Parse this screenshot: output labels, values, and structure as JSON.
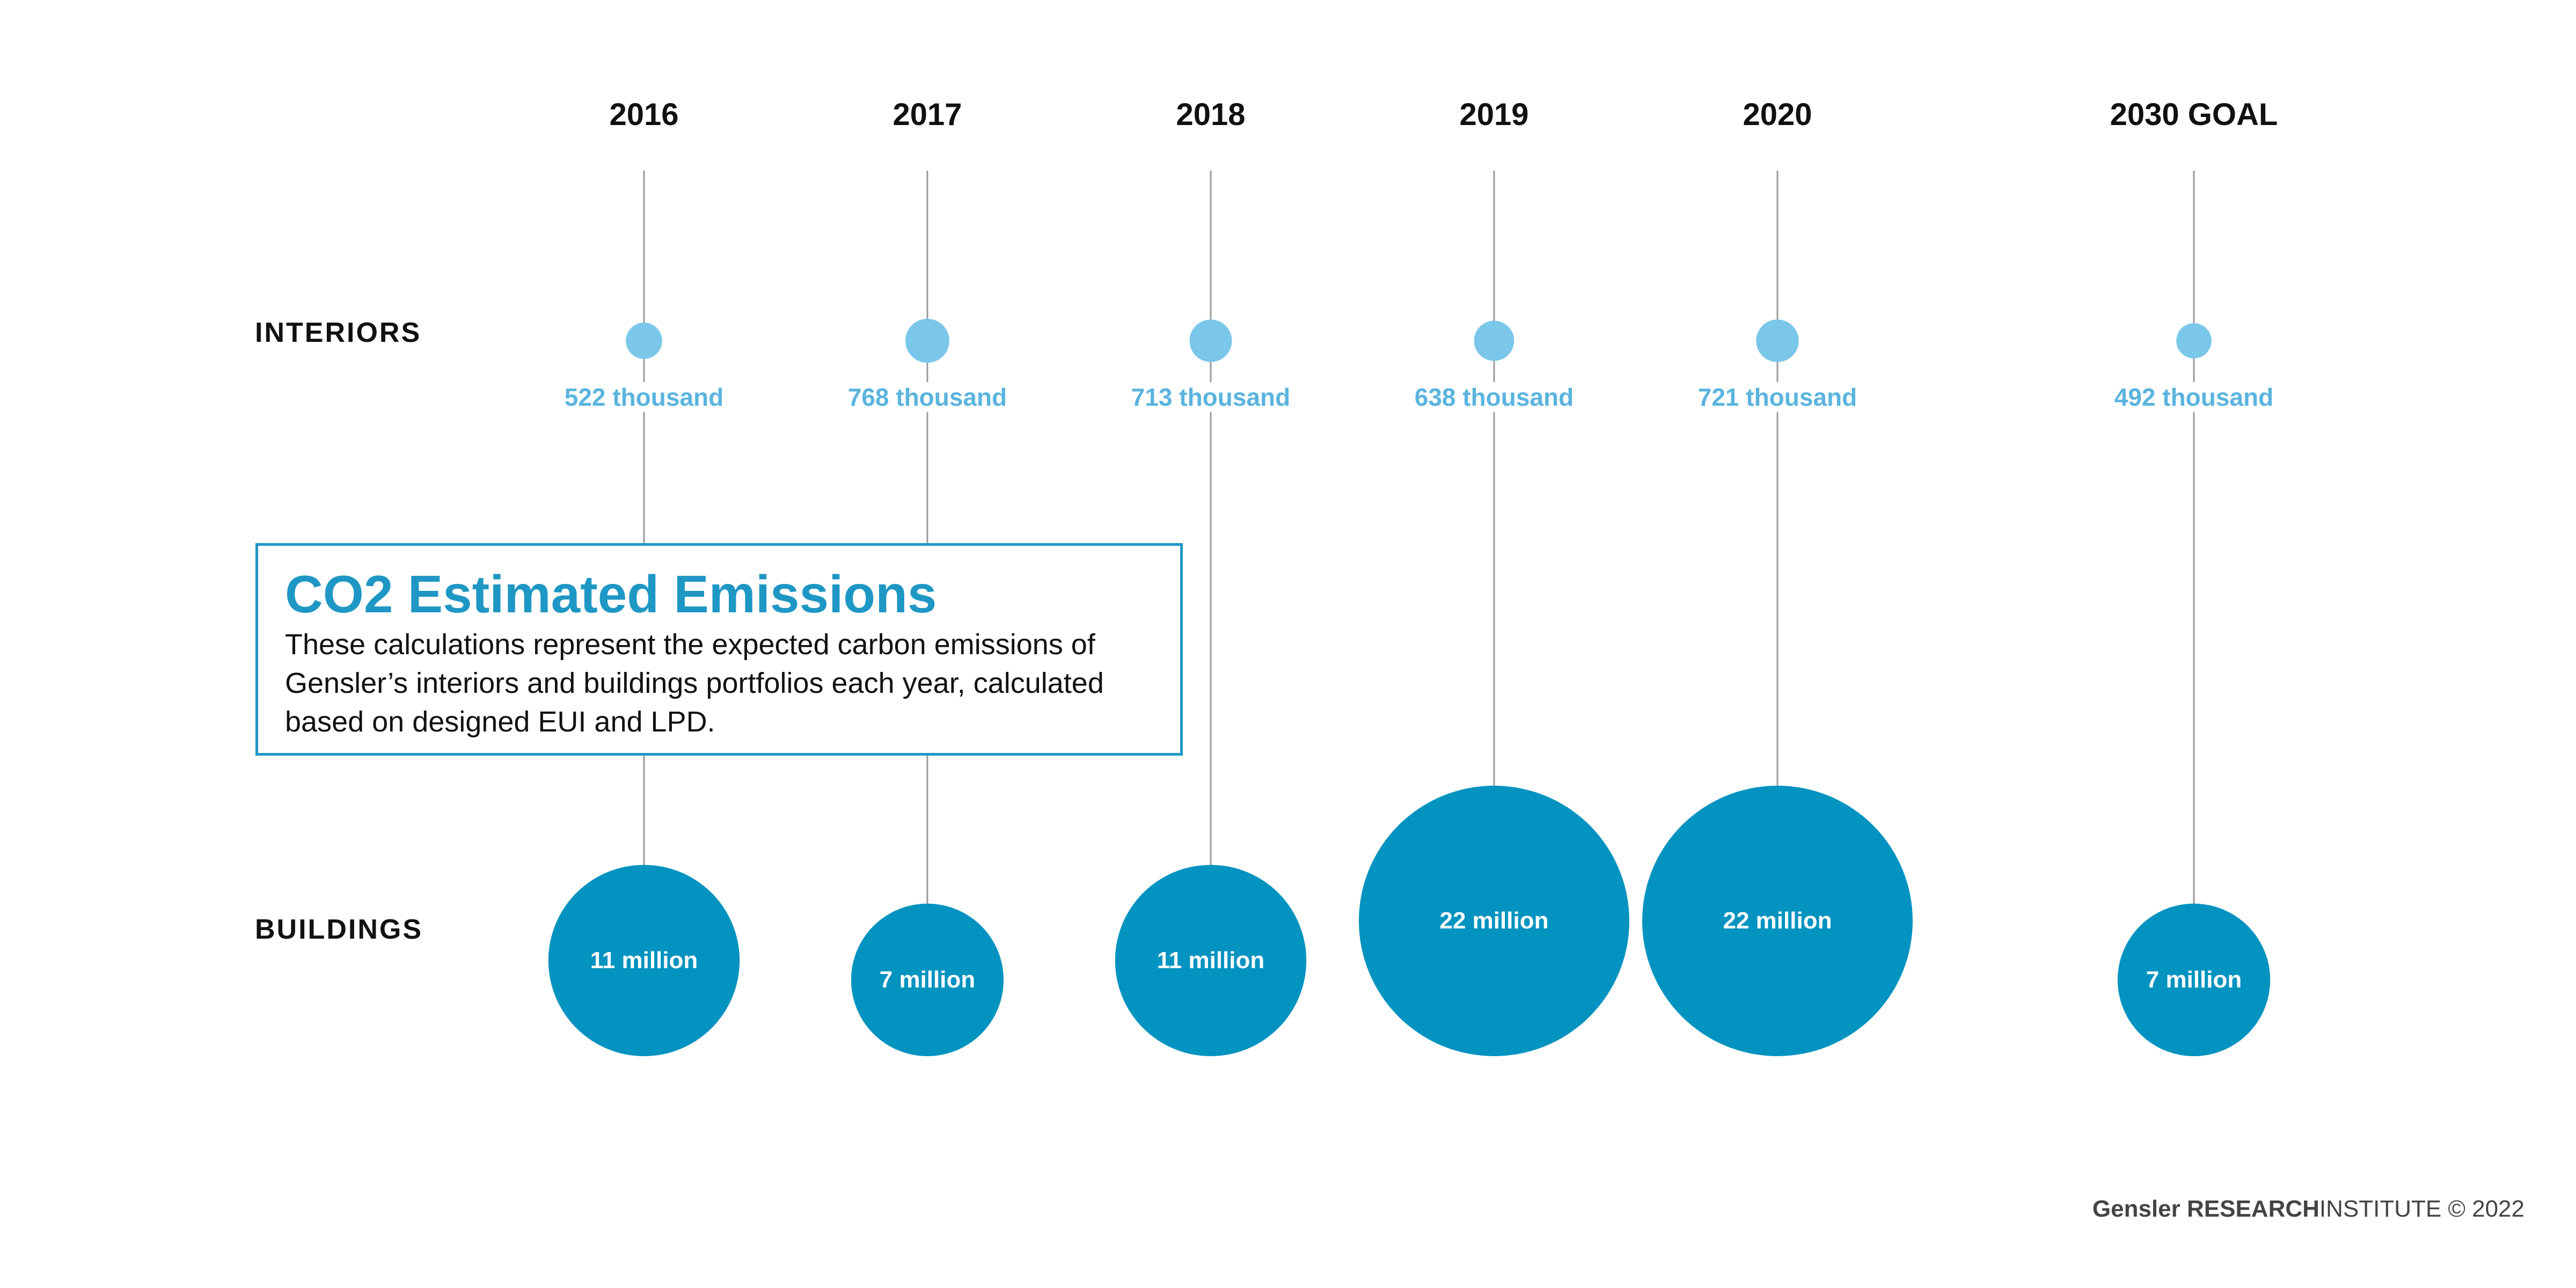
{
  "chart_data": {
    "type": "bubble",
    "title": "CO2 Estimated Emissions",
    "description": "These calculations represent the expected carbon emissions of Gensler’s interiors and buildings portfolios each year, calculated based on designed EUI and LPD.",
    "categories": [
      "2016",
      "2017",
      "2018",
      "2019",
      "2020",
      "2030 GOAL"
    ],
    "series": [
      {
        "name": "INTERIORS",
        "values": [
          522000,
          768000,
          713000,
          638000,
          721000,
          492000
        ],
        "labels": [
          "522 thousand",
          "768 thousand",
          "713 thousand",
          "638 thousand",
          "721 thousand",
          "492 thousand"
        ],
        "color": "#7ac7ea"
      },
      {
        "name": "BUILDINGS",
        "values": [
          11000000,
          7000000,
          11000000,
          22000000,
          22000000,
          7000000
        ],
        "labels": [
          "11 million",
          "7 million",
          "11 million",
          "22 million",
          "22 million",
          "7 million"
        ],
        "color": "#0393c0"
      }
    ],
    "grid": false,
    "legend": "none"
  },
  "colors": {
    "line": "#9a9a9a",
    "accent": "#1f97c4"
  },
  "footer": {
    "brand": "Gensler",
    "research": "RESEARCH",
    "institute": "INSTITUTE",
    "copyright": "© 2022"
  }
}
